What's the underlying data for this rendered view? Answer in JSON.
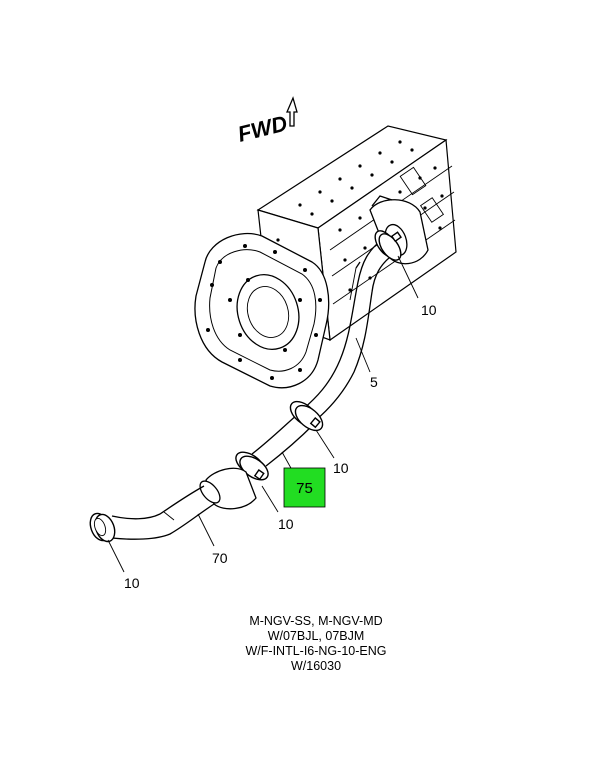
{
  "direction_label": "FWD",
  "callouts": {
    "clamp_upper": "10",
    "pipe_upper": "5",
    "clamp_middle": "10",
    "highlight": "75",
    "clamp_lower": "10",
    "pipe_lower": "70",
    "clamp_end": "10"
  },
  "caption": [
    "M-NGV-SS, M-NGV-MD",
    "W/07BJL, 07BJM",
    "W/F-INTL-I6-NG-10-ENG",
    "W/16030"
  ],
  "colors": {
    "highlight_fill": "#22dd22",
    "line": "#000000"
  }
}
